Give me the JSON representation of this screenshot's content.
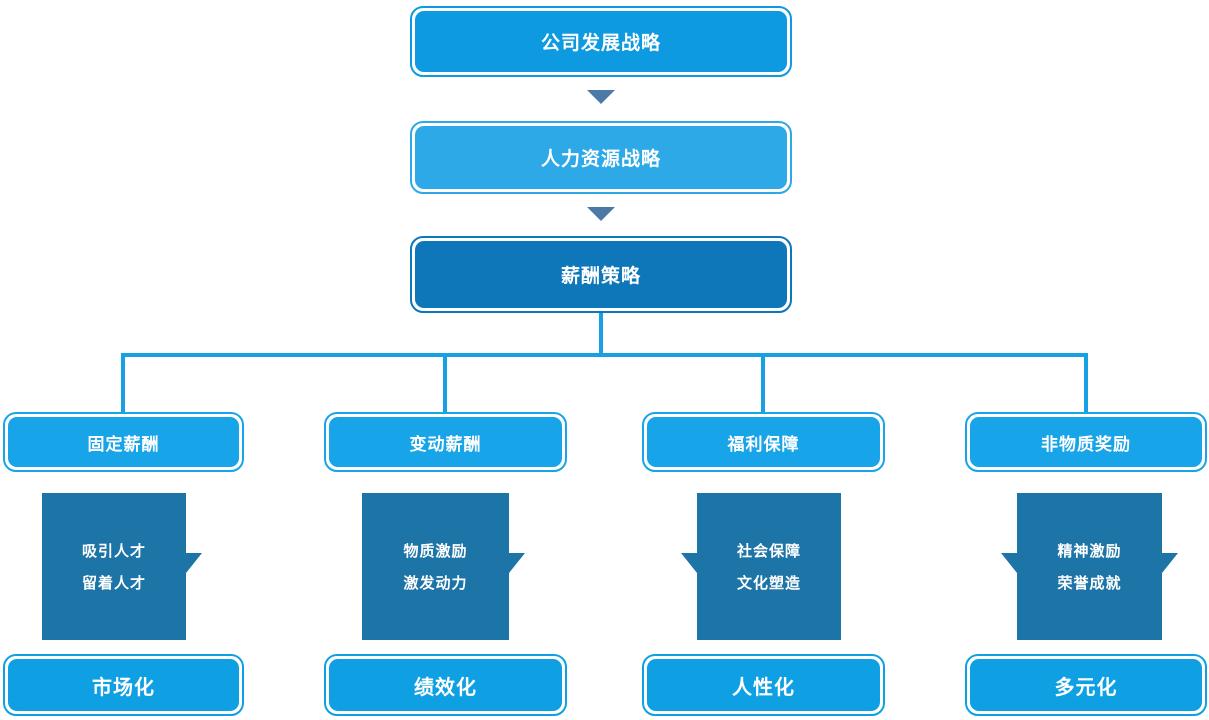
{
  "diagram": {
    "title_chain": [
      {
        "label": "公司发展战略"
      },
      {
        "label": "人力资源战略"
      },
      {
        "label": "薪酬策略"
      }
    ],
    "columns": [
      {
        "header": "固定薪酬",
        "detail_line1": "吸引人才",
        "detail_line2": "留着人才",
        "result": "市场化"
      },
      {
        "header": "变动薪酬",
        "detail_line1": "物质激励",
        "detail_line2": "激发动力",
        "result": "绩效化"
      },
      {
        "header": "福利保障",
        "detail_line1": "社会保障",
        "detail_line2": "文化塑造",
        "result": "人性化"
      },
      {
        "header": "非物质奖励",
        "detail_line1": "精神激励",
        "detail_line2": "荣誉成就",
        "result": "多元化"
      }
    ],
    "colors": {
      "top_box_1": "#0d9ae0",
      "top_box_2": "#2ea9e8",
      "top_box_3": "#0e77b9",
      "header_box": "#18a4e8",
      "detail_square": "#1d74a6",
      "result_box": "#0fa0e4",
      "connector_line": "#18a0e4",
      "chevron_arrow": "#4d79a7",
      "text": "#ffffff"
    }
  }
}
